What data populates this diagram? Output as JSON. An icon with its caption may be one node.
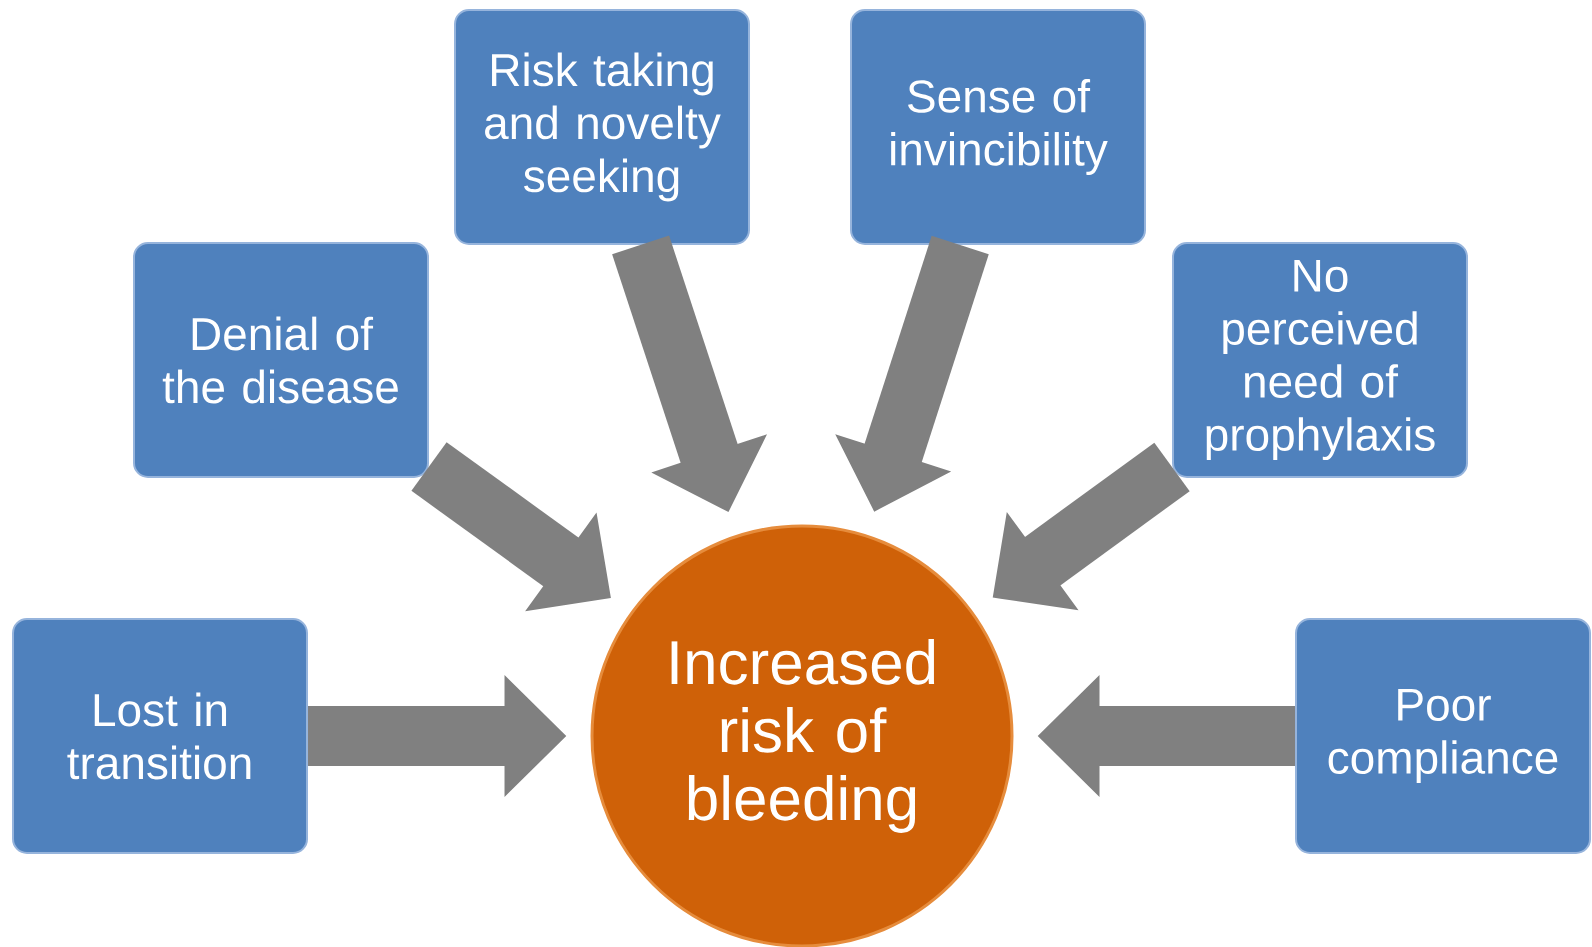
{
  "diagram": {
    "nodes": [
      {
        "text": [
          "Risk taking and novelty seeking"
        ]
      },
      {
        "text": [
          "Sense of invincibility"
        ]
      },
      {
        "text": [
          "Denial of the disease"
        ]
      },
      {
        "text": [
          "No perceived need of prophylaxis"
        ]
      },
      {
        "text": [
          "Lost in transition"
        ]
      },
      {
        "text": [
          "Poor compliance"
        ]
      },
      {
        "text": [
          "Increased risk of bleeding"
        ]
      }
    ],
    "edges": [
      {
        "from": 0,
        "to": 6,
        "arrow": "to"
      },
      {
        "from": 1,
        "to": 6,
        "arrow": "to"
      },
      {
        "from": 2,
        "to": 6,
        "arrow": "to"
      },
      {
        "from": 3,
        "to": 6,
        "arrow": "to"
      },
      {
        "from": 4,
        "to": 6,
        "arrow": "to"
      },
      {
        "from": 5,
        "to": 6,
        "arrow": "to"
      }
    ]
  }
}
